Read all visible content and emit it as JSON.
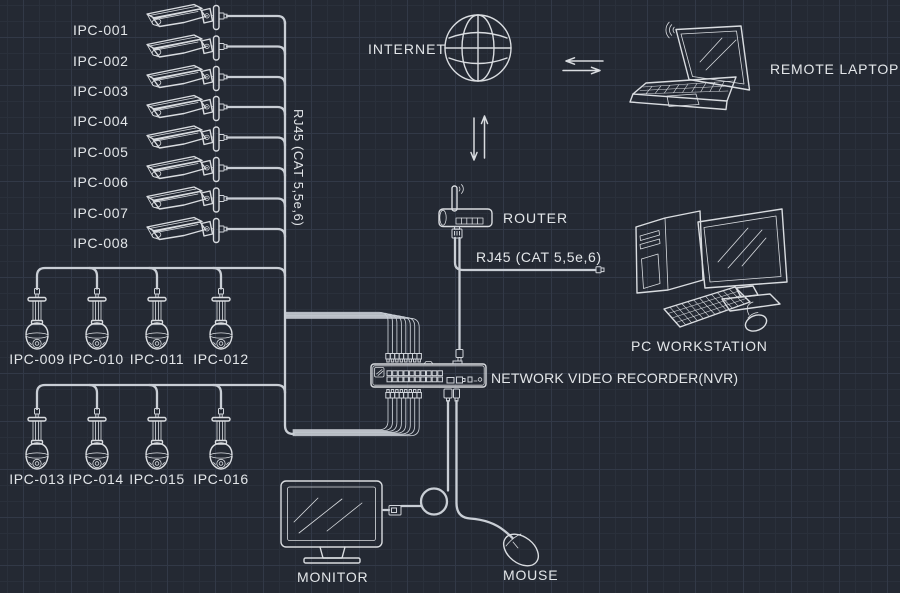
{
  "title": "IP camera surveillance network diagram",
  "colors": {
    "background": "#242933",
    "grid_minor": "#2a303b",
    "grid_major": "#323947",
    "line": "#d9dce0",
    "cable": "#c9ced5",
    "text": "#e3e6e9"
  },
  "cameras": {
    "bullet": [
      "IPC-001",
      "IPC-002",
      "IPC-003",
      "IPC-004",
      "IPC-005",
      "IPC-006",
      "IPC-007",
      "IPC-008"
    ],
    "dome_row1": [
      "IPC-009",
      "IPC-010",
      "IPC-011",
      "IPC-012"
    ],
    "dome_row2": [
      "IPC-013",
      "IPC-014",
      "IPC-015",
      "IPC-016"
    ]
  },
  "nodes": {
    "internet": "INTERNET",
    "router": "ROUTER",
    "nvr": "NETWORK VIDEO RECORDER(NVR)",
    "monitor": "MONITOR",
    "mouse": "MOUSE",
    "remote_laptop": "REMOTE LAPTOP",
    "pc_workstation": "PC WORKSTATION"
  },
  "cable_labels": {
    "trunk": "RJ45 (CAT 5,5e,6)",
    "router_pc": "RJ45 (CAT 5,5e,6)"
  }
}
